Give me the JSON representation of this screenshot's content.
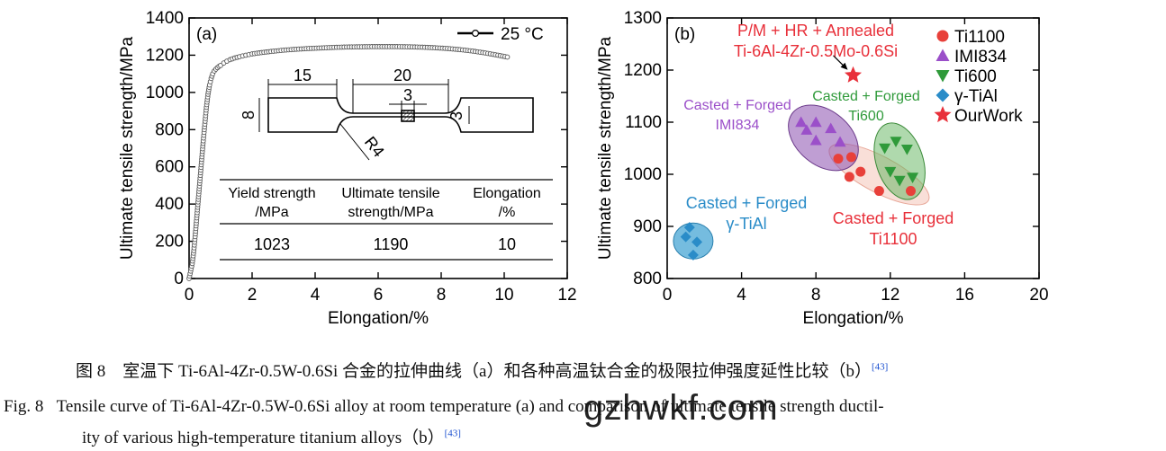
{
  "chart_data": [
    {
      "type": "line",
      "panel_label": "(a)",
      "xlabel": "Elongation/%",
      "ylabel": "Ultimate tensile strength/MPa",
      "xlim": [
        0,
        12
      ],
      "ylim": [
        0,
        1400
      ],
      "xticks": [
        "0",
        "2",
        "4",
        "6",
        "8",
        "10",
        "12"
      ],
      "yticks": [
        "0",
        "200",
        "400",
        "600",
        "800",
        "1000",
        "1200",
        "1400"
      ],
      "legend": {
        "label": "25 °C",
        "position": "top-right"
      },
      "series": [
        {
          "name": "25 °C",
          "x": [
            0,
            0.05,
            0.1,
            0.15,
            0.2,
            0.25,
            0.3,
            0.35,
            0.4,
            0.45,
            0.5,
            0.55,
            0.6,
            0.65,
            0.7,
            0.75,
            0.8,
            0.85,
            0.9,
            0.95,
            1.0,
            1.1,
            1.2,
            1.3,
            1.45,
            1.6,
            1.8,
            2.0,
            2.3,
            2.6,
            3.0,
            3.4,
            3.8,
            4.2,
            4.6,
            5.0,
            5.4,
            5.8,
            6.2,
            6.6,
            7.0,
            7.4,
            7.8,
            8.2,
            8.6,
            9.0,
            9.4,
            9.8,
            10.1
          ],
          "y": [
            0,
            40,
            80,
            150,
            240,
            340,
            440,
            540,
            640,
            740,
            830,
            920,
            990,
            1040,
            1075,
            1100,
            1115,
            1125,
            1133,
            1140,
            1145,
            1158,
            1168,
            1176,
            1185,
            1192,
            1200,
            1207,
            1214,
            1220,
            1227,
            1232,
            1236,
            1239,
            1242,
            1244,
            1245,
            1246,
            1246,
            1246,
            1245,
            1243,
            1240,
            1236,
            1230,
            1222,
            1212,
            1200,
            1190
          ]
        }
      ],
      "inset_specimen": {
        "dimensions": [
          "15",
          "20",
          "3",
          "8",
          "3",
          "R4"
        ]
      },
      "inset_table": {
        "headers": [
          [
            "Yield strength",
            "/MPa"
          ],
          [
            "Ultimate tensile",
            "strength/MPa"
          ],
          [
            "Elongation",
            "/%"
          ]
        ],
        "rows": [
          [
            "1023",
            "1190",
            "10"
          ]
        ]
      }
    },
    {
      "type": "scatter",
      "panel_label": "(b)",
      "xlabel": "Elongation/%",
      "ylabel": "Ultimate tensile strength/MPa",
      "xlim": [
        0,
        20
      ],
      "ylim": [
        800,
        1300
      ],
      "xticks": [
        "0",
        "4",
        "8",
        "12",
        "16",
        "20"
      ],
      "yticks": [
        "800",
        "900",
        "1000",
        "1100",
        "1200",
        "1300"
      ],
      "legend_position": "top-right",
      "series": [
        {
          "name": "Ti1100",
          "marker": "circle",
          "color": "#e8403a",
          "x": [
            9.2,
            9.8,
            10.4,
            9.9,
            11.4,
            13.1
          ],
          "y": [
            1030,
            995,
            1005,
            1033,
            968,
            968
          ]
        },
        {
          "name": "IMI834",
          "marker": "triangle-up",
          "color": "#9b4fc9",
          "x": [
            7.2,
            8.0,
            7.5,
            8.8,
            8.0,
            9.3
          ],
          "y": [
            1100,
            1100,
            1085,
            1088,
            1065,
            1062
          ]
        },
        {
          "name": "Ti600",
          "marker": "triangle-down",
          "color": "#2f9a3a",
          "x": [
            11.7,
            12.3,
            12.9,
            12.0,
            13.2,
            12.5
          ],
          "y": [
            1050,
            1063,
            1048,
            1005,
            994,
            988
          ]
        },
        {
          "name": "γ-TiAl",
          "marker": "diamond",
          "color": "#2a8cc8",
          "x": [
            1.2,
            1.0,
            1.6,
            1.4
          ],
          "y": [
            898,
            880,
            870,
            845
          ]
        },
        {
          "name": "OurWork",
          "marker": "star",
          "color": "#e8303a",
          "x": [
            10.0
          ],
          "y": [
            1190
          ]
        }
      ],
      "annotations": [
        {
          "text": [
            "P/M + HR + Annealed",
            "Ti-6Al-4Zr-0.5Mo-0.6Si"
          ],
          "color": "#e8303a"
        },
        {
          "text": [
            "Casted + Forged",
            "IMI834"
          ],
          "color": "#9b4fc9"
        },
        {
          "text": [
            "Casted + Forged",
            "Ti600"
          ],
          "color": "#2f9a3a"
        },
        {
          "text": [
            "Casted + Forged",
            "γ-TiAl"
          ],
          "color": "#2a8cc8"
        },
        {
          "text": [
            "Casted + Forged",
            "Ti1100"
          ],
          "color": "#e8303a"
        }
      ]
    }
  ],
  "caption": {
    "cn_text": "图 8　室温下 Ti-6Al-4Zr-0.5W-0.6Si 合金的拉伸曲线（a）和各种高温钛合金的极限拉伸强度延性比较（b）",
    "cn_ref": "[43]",
    "en_prefix": "Fig. 8",
    "en_line1": "Tensile curve of Ti-6Al-4Zr-0.5W-0.6Si alloy at room temperature (a) and comparison of ultimate tensile strength ductil-",
    "en_line2": "ity of various high-temperature titanium alloys（b）",
    "en_ref": "[43]"
  },
  "watermark": "gzhwkf.com"
}
